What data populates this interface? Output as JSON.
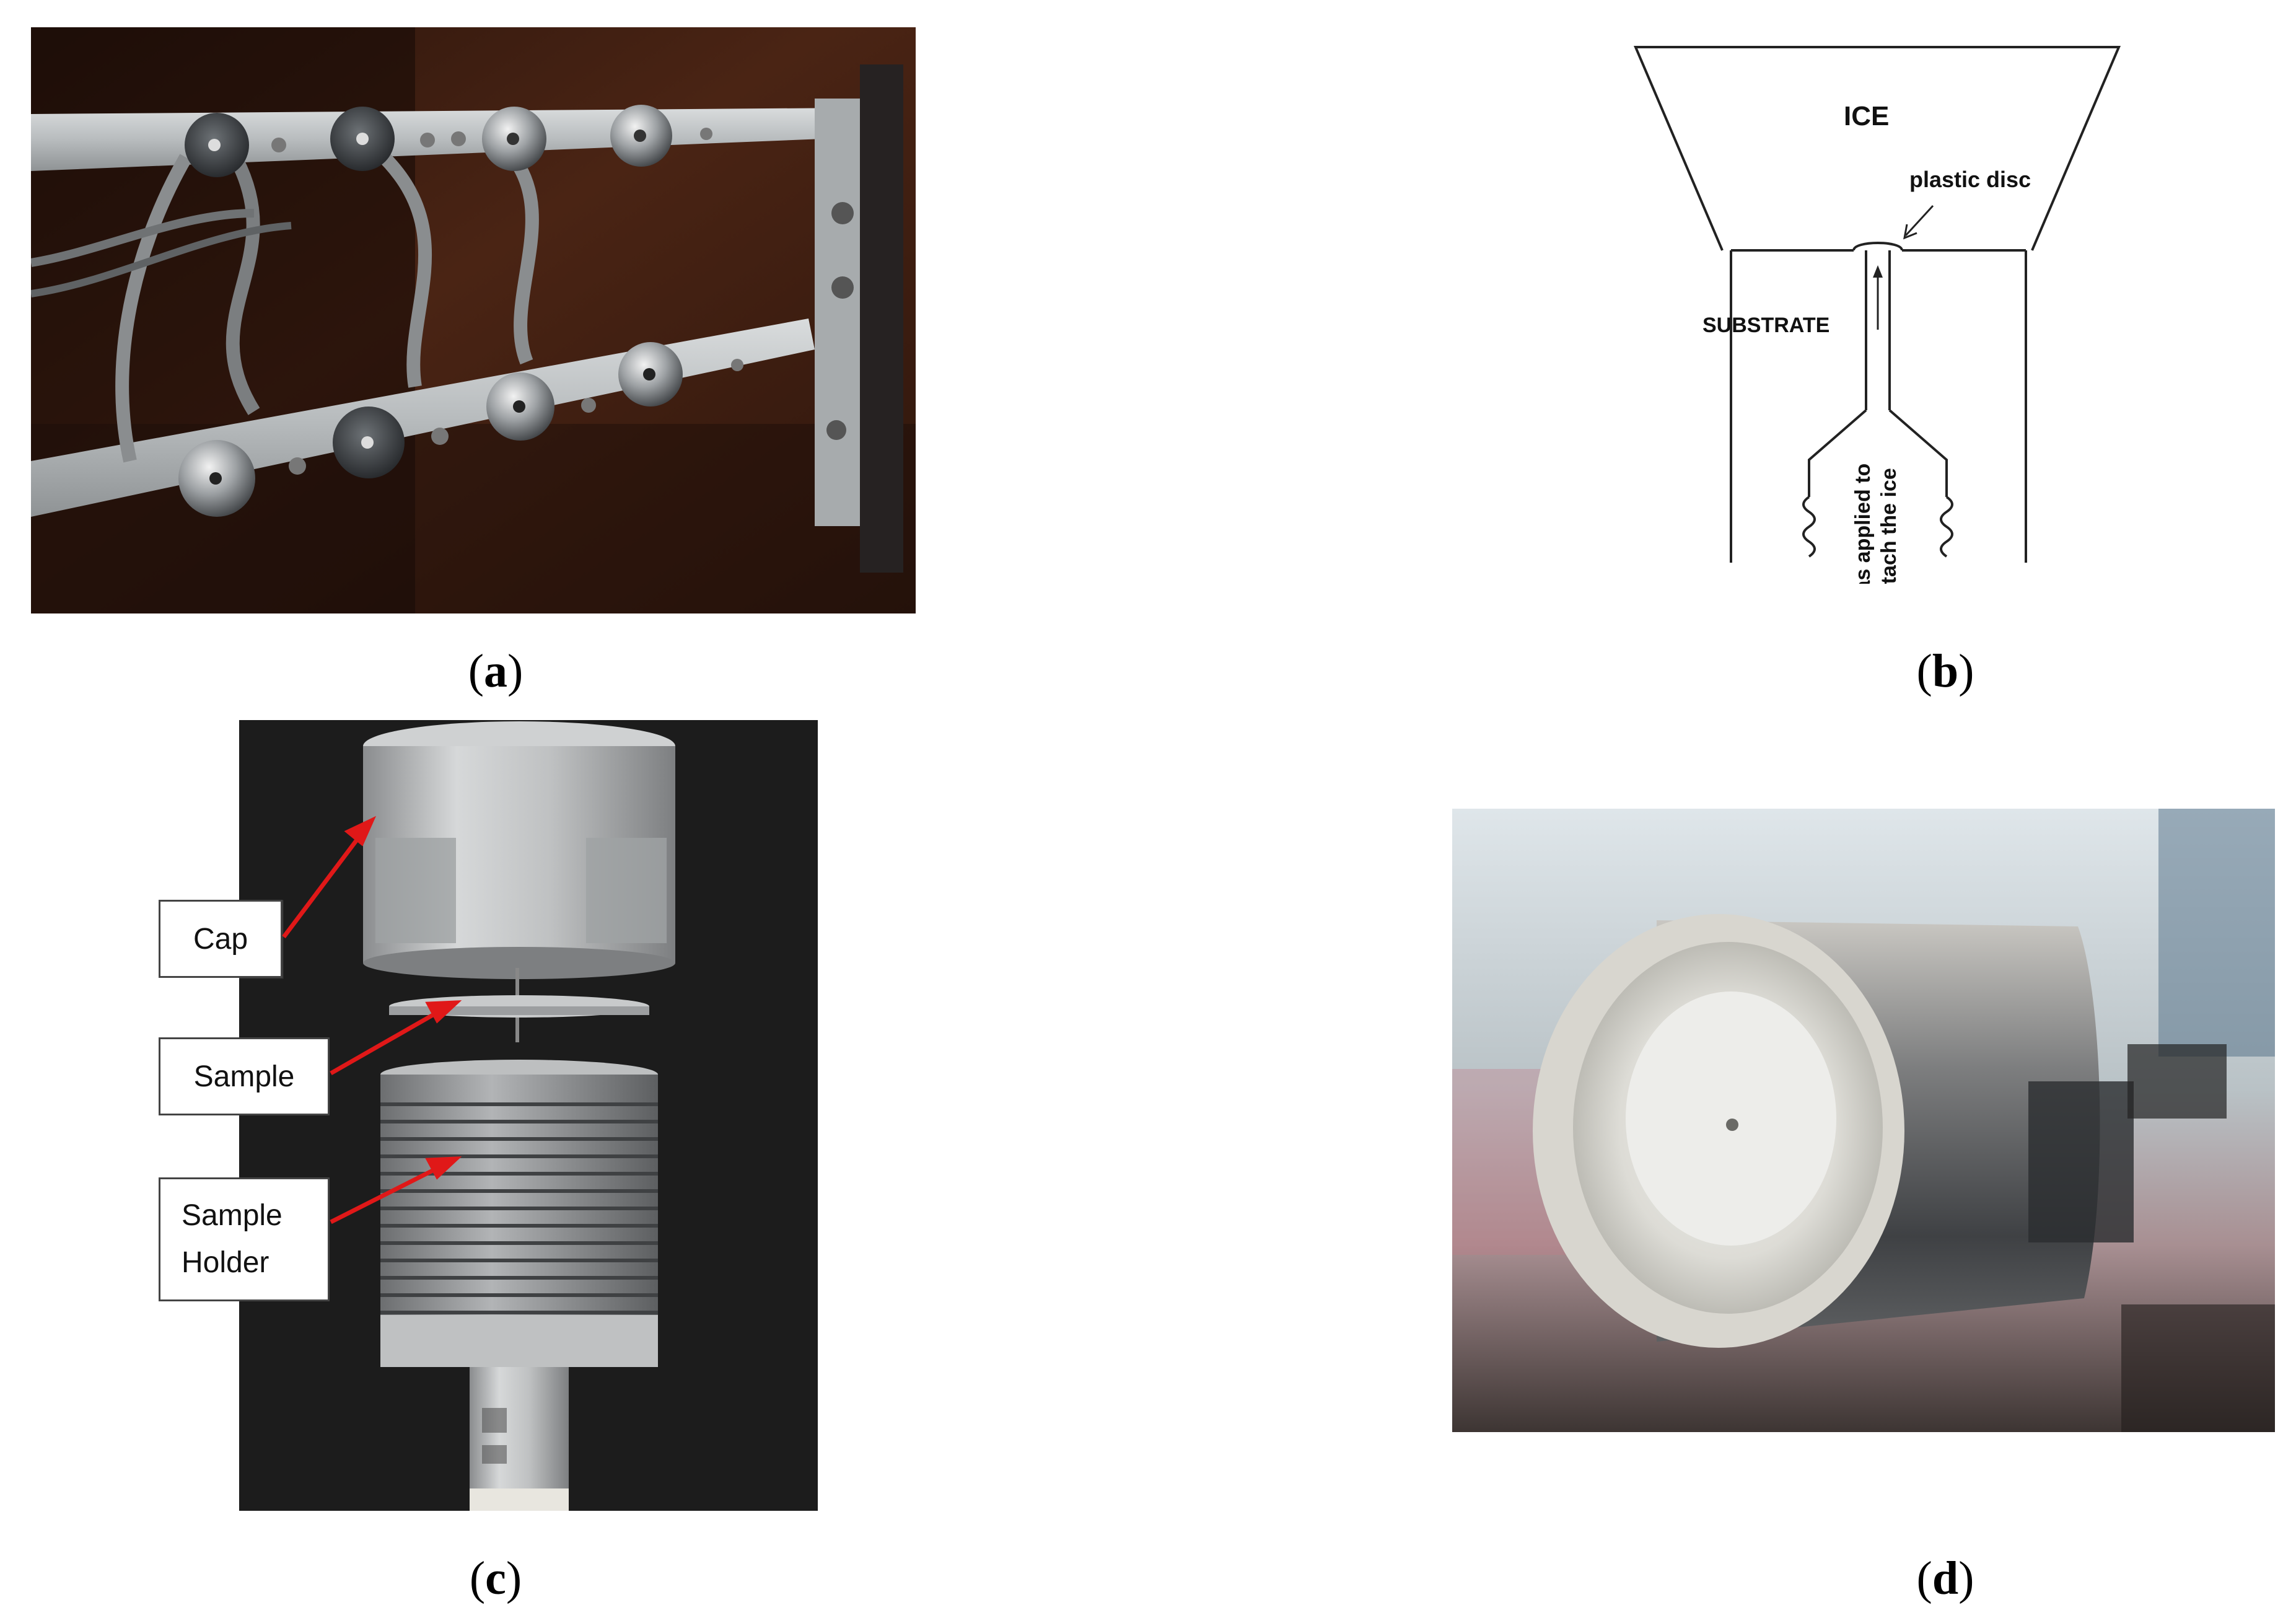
{
  "figure": {
    "panels": [
      {
        "id": "a",
        "caption_open": "(",
        "caption_letter": "a",
        "caption_close": ")",
        "content": "photo"
      },
      {
        "id": "b",
        "caption_open": "(",
        "caption_letter": "b",
        "caption_close": ")",
        "content": "diagram",
        "labels": {
          "ice": "ICE",
          "plastic_disc": "plastic disc",
          "substrate": "SUBSTRATE",
          "gas_line1": "Gas applied to",
          "gas_line2": "detach the ice"
        }
      },
      {
        "id": "c",
        "caption_open": "(",
        "caption_letter": "c",
        "caption_close": ")",
        "content": "photo",
        "callouts": {
          "cap": "Cap",
          "sample": "Sample",
          "holder_line1": "Sample",
          "holder_line2": "Holder"
        },
        "arrow_color": "#e01818"
      },
      {
        "id": "d",
        "caption_open": "(",
        "caption_letter": "d",
        "caption_close": ")",
        "content": "photo"
      }
    ]
  }
}
